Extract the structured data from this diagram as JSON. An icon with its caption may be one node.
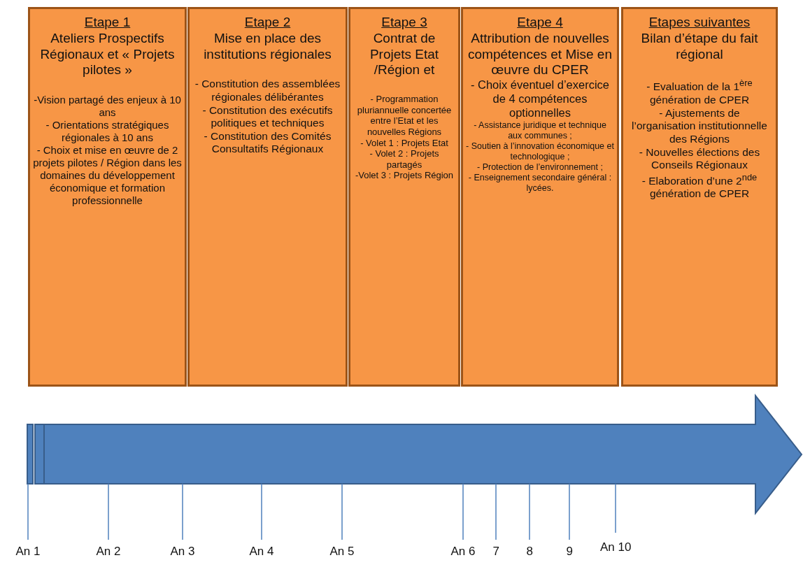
{
  "diagram": {
    "nodes": [
      {
        "text": [
          "Etape 1",
          "Ateliers Prospectifs Régionaux et « Projets pilotes »",
          "-Vision partagé des enjeux à 10 ans",
          "- Orientations stratégiques régionales à 10 ans",
          "- Choix et mise en œuvre de 2 projets pilotes / Région dans les domaines du développement économique et formation professionnelle"
        ]
      },
      {
        "text": [
          "Etape 2",
          "Mise en place des institutions régionales",
          "- Constitution des assemblées régionales délibérantes",
          "- Constitution des exécutifs politiques et techniques",
          "- Constitution des Comités Consultatifs Régionaux"
        ]
      },
      {
        "text": [
          "Etape 3",
          "Contrat de Projets Etat /Région et",
          "- Programmation pluriannuelle concertée entre l’Etat et les nouvelles Régions",
          "- Volet 1 : Projets Etat",
          "- Volet 2 : Projets partagés",
          "-Volet 3 : Projets Région"
        ]
      },
      {
        "text": [
          "Etape 4",
          "Attribution de nouvelles compétences et Mise en œuvre du CPER",
          "- Choix éventuel d’exercice de 4 compétences optionnelles",
          "- Assistance juridique et technique aux communes ;",
          "- Soutien à l’innovation économique et technologique ;",
          "- Protection de l’environnement ;",
          "- Enseignement secondaire général : lycées."
        ]
      },
      {
        "text": [
          "Etapes suivantes",
          "Bilan d’étape du fait régional",
          "- Evaluation de la 1$^{ère}$ génération de CPER",
          "- Ajustements de l’organisation institutionnelle des Régions",
          "- Nouvelles élections des Conseils Régionaux",
          "- Elaboration d’une 2$^{nde}$ génération de CPER"
        ]
      }
    ],
    "edges": [],
    "labels": [
      "An 1",
      "An 2",
      "An 3",
      "An 4",
      "An 5",
      "An 6",
      "7",
      "8",
      "9",
      "An 10"
    ]
  }
}
